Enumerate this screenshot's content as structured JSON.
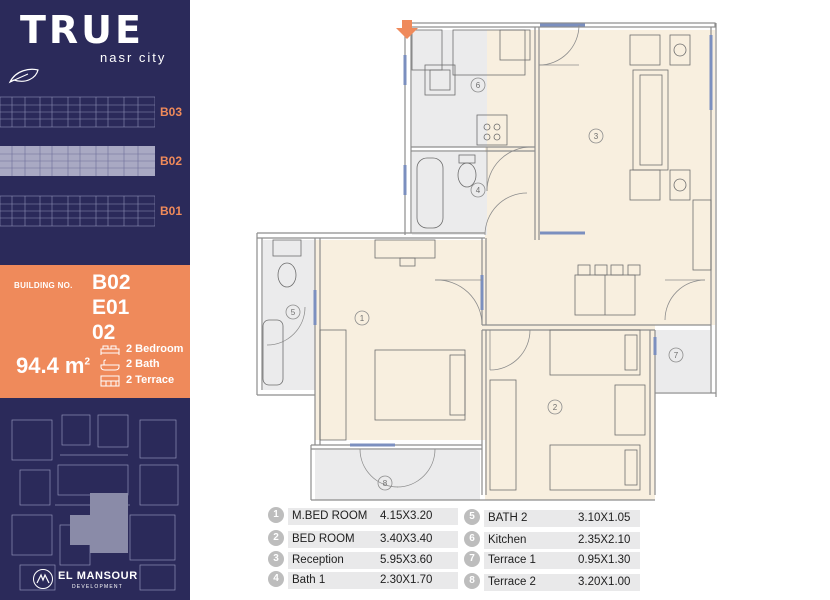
{
  "brand": {
    "title": "TRUE",
    "subtitle": "nasr city"
  },
  "buildings": [
    "B03",
    "B02",
    "B01"
  ],
  "unit": {
    "building_label": "BUILDING NO.",
    "building": "B02",
    "entrance": "E01",
    "apartment": "02",
    "area_value": "94.4 m",
    "area_unit_sup": "2",
    "features": [
      "2 Bedroom",
      "2 Bath",
      "2 Terrace"
    ]
  },
  "room_numbers": [
    "1",
    "2",
    "3",
    "4",
    "5",
    "6",
    "7",
    "8"
  ],
  "legend": [
    {
      "num": "1",
      "name": "M.BED ROOM",
      "dim": "4.15X3.20"
    },
    {
      "num": "2",
      "name": "BED ROOM",
      "dim": "3.40X3.40"
    },
    {
      "num": "3",
      "name": "Reception",
      "dim": "5.95X3.60"
    },
    {
      "num": "4",
      "name": "Bath 1",
      "dim": "2.30X1.70"
    },
    {
      "num": "5",
      "name": "BATH 2",
      "dim": "3.10X1.05"
    },
    {
      "num": "6",
      "name": "Kitchen",
      "dim": "2.35X2.10"
    },
    {
      "num": "7",
      "name": "Terrace 1",
      "dim": "0.95X1.30"
    },
    {
      "num": "8",
      "name": "Terrace 2",
      "dim": "3.20X1.00"
    }
  ],
  "developer": {
    "name": "EL MANSOUR",
    "tagline": "DEVELOPMENT"
  },
  "colors": {
    "navy": "#2b2a5a",
    "orange": "#ef8a5b",
    "floor": "#f8efdf",
    "window": "#7b8fbf"
  }
}
